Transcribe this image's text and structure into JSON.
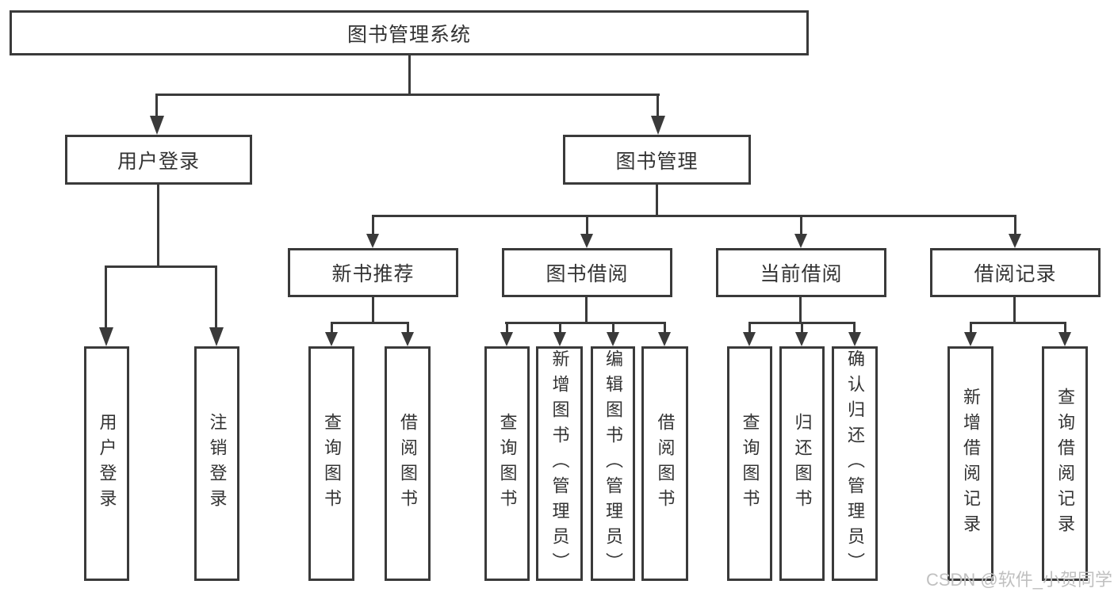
{
  "diagram": {
    "root": {
      "label": "图书管理系统"
    },
    "level2": {
      "user_login": {
        "label": "用户登录"
      },
      "book_mgmt": {
        "label": "图书管理"
      }
    },
    "level3": {
      "new_book_rec": {
        "label": "新书推荐"
      },
      "book_borrow": {
        "label": "图书借阅"
      },
      "current_borrow": {
        "label": "当前借阅"
      },
      "borrow_records": {
        "label": "借阅记录"
      }
    },
    "leaves": {
      "user_login": [
        "用户登录",
        "注销登录"
      ],
      "new_book_rec": [
        "查询图书",
        "借阅图书"
      ],
      "book_borrow": [
        "查询图书",
        "新增图书（管理员）",
        "编辑图书（管理员）",
        "借阅图书"
      ],
      "current_borrow": [
        "查询图书",
        "归还图书",
        "确认归还（管理员）"
      ],
      "borrow_records": [
        "新增借阅记录",
        "查询借阅记录"
      ]
    }
  },
  "watermark": {
    "text": "CSDN @软件_小贺同学"
  },
  "colors": {
    "line": "#3a3a3a",
    "text": "#333333",
    "watermark": "#c0c0c0",
    "background": "#ffffff"
  }
}
